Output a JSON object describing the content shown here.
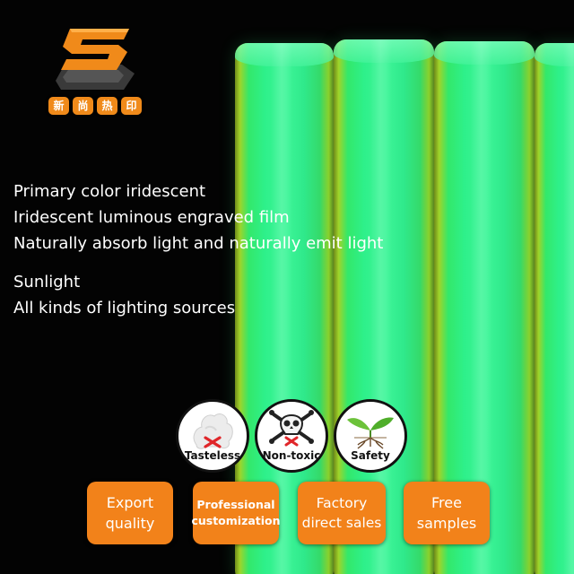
{
  "logo": {
    "chars": [
      "新",
      "尚",
      "热",
      "印"
    ],
    "colors": {
      "primary": "#f08a1a",
      "secondary": "#3a3a3a"
    },
    "icon": "brand-s-logo"
  },
  "headline_lines": [
    "Primary color iridescent",
    "Iridescent luminous engraved film",
    "Naturally absorb light and naturally emit light"
  ],
  "light_sources": [
    "Sunlight",
    "All kinds of lighting sources"
  ],
  "features": [
    {
      "label": "Tasteless",
      "icon": "smell-crossed-icon"
    },
    {
      "label": "Non-toxic",
      "icon": "skull-crossed-icon"
    },
    {
      "label": "Safety",
      "icon": "sprout-icon"
    }
  ],
  "buttons": [
    {
      "label": "Export\nquality"
    },
    {
      "label": "Professional\ncustomization"
    },
    {
      "label": "Factory\ndirect sales"
    },
    {
      "label": "Free\nsamples"
    }
  ],
  "colors": {
    "background": "#030303",
    "glow_green": "#2ef08a",
    "accent_orange": "#f2821a"
  }
}
